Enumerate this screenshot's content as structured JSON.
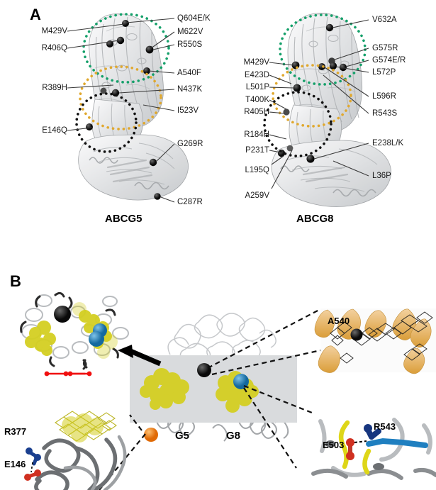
{
  "figure": {
    "panels": [
      {
        "id": "A",
        "letter": "A"
      },
      {
        "id": "B",
        "letter": "B"
      }
    ]
  },
  "panelA": {
    "letter": "A",
    "structures": [
      {
        "name": "ABCG5",
        "caption": "ABCG5",
        "circles": [
          {
            "name": "green-dotted-circle",
            "color": "#15a06a"
          },
          {
            "name": "gold-dotted-circle",
            "color": "#e0a82e"
          },
          {
            "name": "black-dotted-circle",
            "color": "#111111"
          }
        ],
        "left_labels": [
          "M429V",
          "R406Q",
          "R389H",
          "E146Q"
        ],
        "right_labels": [
          "Q604E/K",
          "M622V",
          "R550S",
          "A540F",
          "N437K",
          "I523V",
          "G269R",
          "C287R"
        ],
        "mutations": [
          "M429V",
          "R406Q",
          "R389H",
          "E146Q",
          "Q604E/K",
          "M622V",
          "R550S",
          "A540F",
          "N437K",
          "I523V",
          "G269R",
          "C287R"
        ]
      },
      {
        "name": "ABCG8",
        "caption": "ABCG8",
        "circles": [
          {
            "name": "green-dotted-circle",
            "color": "#15a06a"
          },
          {
            "name": "gold-dotted-circle",
            "color": "#e0a82e"
          },
          {
            "name": "black-dotted-circle",
            "color": "#111111"
          }
        ],
        "left_labels": [
          "M429V",
          "E423D",
          "L501P",
          "T400K",
          "R405H",
          "R184H",
          "P231T",
          "L195Q",
          "A259V"
        ],
        "right_labels": [
          "V632A",
          "G575R",
          "G574E/R",
          "L572P",
          "L596R",
          "R543S",
          "E238L/K",
          "L36P"
        ],
        "mutations": [
          "M429V",
          "E423D",
          "L501P",
          "T400K",
          "R405H",
          "R184H",
          "P231T",
          "L195Q",
          "A259V",
          "V632A",
          "G575R",
          "G574E/R",
          "L572P",
          "L596R",
          "R543S",
          "E238L/K",
          "L36P"
        ]
      }
    ]
  },
  "panelB": {
    "letter": "B",
    "subunit_labels": [
      "G5",
      "G8"
    ],
    "insets": [
      {
        "id": "top-left",
        "name": "cross-section-top-view",
        "labels": [],
        "scalebar": "red-scale-bar"
      },
      {
        "id": "top-right",
        "name": "a540-density-inset",
        "labels": [
          "A540"
        ]
      },
      {
        "id": "bottom-left",
        "name": "r377-e146-saltbridge-inset",
        "labels": [
          "R377",
          "E146"
        ]
      },
      {
        "id": "bottom-right",
        "name": "e503-r543-saltbridge-inset",
        "labels": [
          "E503",
          "R543"
        ]
      }
    ],
    "labels": {
      "a540": "A540",
      "r377": "R377",
      "e146": "E146",
      "e503": "E503",
      "r543": "R543",
      "g5": "G5",
      "g8": "G8"
    }
  },
  "colors": {
    "green_circle": "#15a06a",
    "gold_circle": "#e0a82e",
    "black_circle": "#111111",
    "sterol_yellow": "#d4cf22",
    "blue_sphere": "#1f7fc0",
    "orange_sphere": "#f07d18",
    "black_sphere": "#111111",
    "grey_box": "#d9dbdd",
    "protein_grey": "#c9cbcd",
    "helix_tan": "#e8b66a",
    "leader_line": "#3b3b3b"
  }
}
